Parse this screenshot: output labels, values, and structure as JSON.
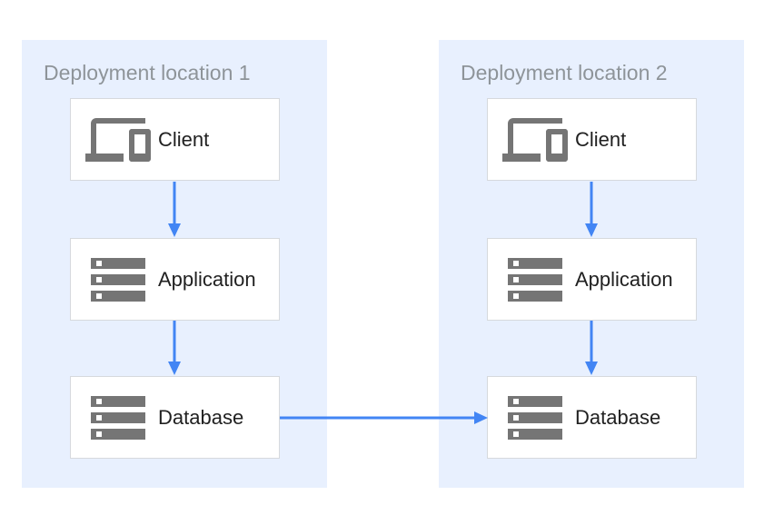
{
  "panels": [
    {
      "title": "Deployment location 1",
      "nodes": [
        {
          "label": "Client",
          "icon": "devices-icon"
        },
        {
          "label": "Application",
          "icon": "storage-icon"
        },
        {
          "label": "Database",
          "icon": "storage-icon"
        }
      ]
    },
    {
      "title": "Deployment location 2",
      "nodes": [
        {
          "label": "Client",
          "icon": "devices-icon"
        },
        {
          "label": "Application",
          "icon": "storage-icon"
        },
        {
          "label": "Database",
          "icon": "storage-icon"
        }
      ]
    }
  ],
  "connections": [
    {
      "from": "location1-client",
      "to": "location1-application",
      "direction": "down"
    },
    {
      "from": "location1-application",
      "to": "location1-database",
      "direction": "down"
    },
    {
      "from": "location2-client",
      "to": "location2-application",
      "direction": "down"
    },
    {
      "from": "location2-application",
      "to": "location2-database",
      "direction": "down"
    },
    {
      "from": "location1-database",
      "to": "location2-database",
      "direction": "right"
    }
  ],
  "colors": {
    "panel_bg": "#E8F0FE",
    "node_bg": "#FFFFFF",
    "node_border": "#D6D9DD",
    "icon_gray": "#757575",
    "title_text": "#8E9499",
    "label_text": "#212121",
    "arrow_blue": "#4285F4"
  }
}
